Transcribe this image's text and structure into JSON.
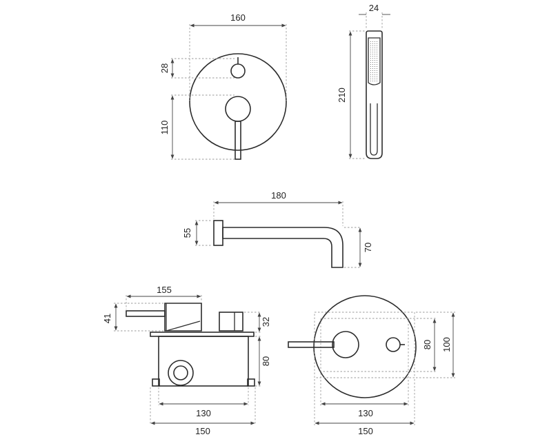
{
  "dimensions": {
    "plate_width": "160",
    "handle_offset": "28",
    "lever_height": "110",
    "shower_width": "24",
    "shower_length": "210",
    "spout_length": "180",
    "spout_height": "55",
    "spout_drop": "70",
    "side_depth": "155",
    "side_lever": "41",
    "side_knob": "32",
    "box_height": "80",
    "box_width_inner": "130",
    "box_width_outer": "150",
    "front_box_height": "80",
    "front_plate_height": "100",
    "front_width_inner": "130",
    "front_width_outer": "150"
  }
}
